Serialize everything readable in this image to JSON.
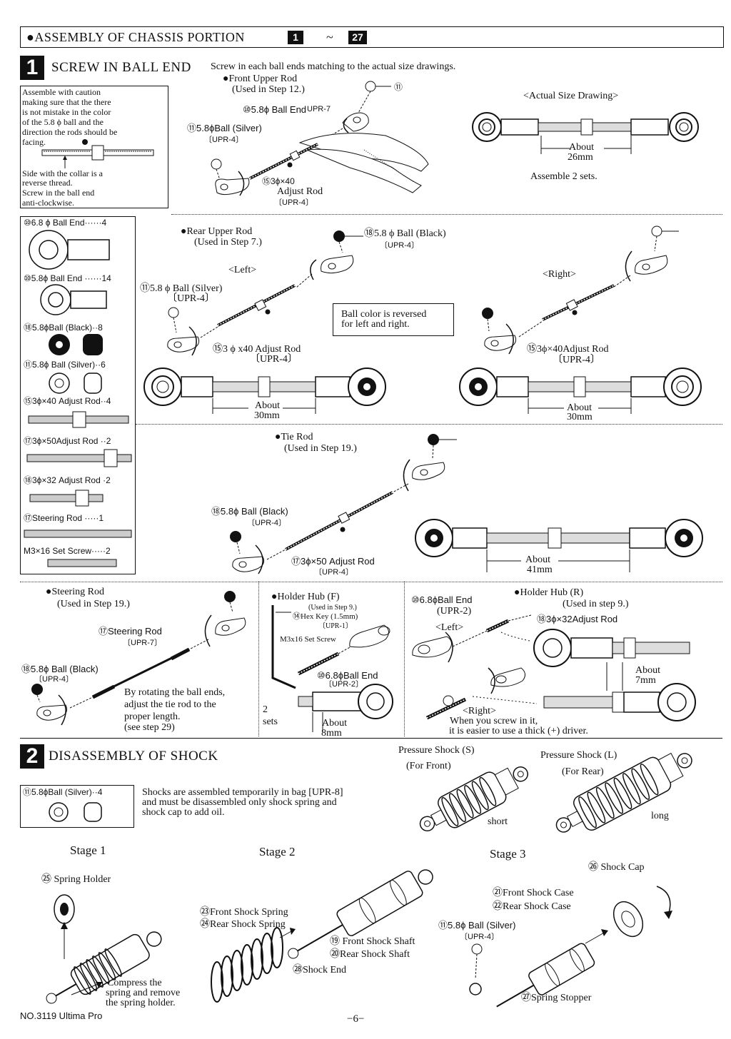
{
  "header": {
    "title": "●ASSEMBLY OF CHASSIS PORTION",
    "step_from": "1",
    "tilde": "~",
    "step_to": "27"
  },
  "step1": {
    "number": "1",
    "title": "SCREW IN BALL END",
    "intro": "Screw in each ball ends matching to the actual size drawings.",
    "caution": [
      "Assemble with caution",
      "making sure that the there",
      "is not mistake in the color",
      "of the 5.8 ϕ ball and the",
      "direction the rods should be",
      "facing."
    ],
    "caution2": [
      "Side with the collar is a",
      "reverse thread.",
      "Screw in the ball end",
      "anti-clockwise."
    ],
    "front_upper": {
      "title": "●Front Upper Rod",
      "used": "(Used in Step 12.)",
      "part_num": "⑪",
      "ball_end": "⑩5.8ϕ Ball End",
      "ball_end_bag": "UPR-7",
      "ball": "⑪5.8ϕBall (Silver)",
      "ball_bag": "〔UPR-4〕",
      "rod": "⑮3ϕ×40",
      "rod_name": "Adjust Rod",
      "rod_bag": "〔UPR-4〕",
      "actual": "<Actual Size Drawing>",
      "about": "About",
      "mm": "26mm",
      "sets": "Assemble 2 sets."
    },
    "parts_list": [
      {
        "label": "⑩6.8 ϕ Ball End······4"
      },
      {
        "label": "⑩5.8ϕ Ball End ······14"
      },
      {
        "label": "⑱5.8ϕBall  (Black)··8"
      },
      {
        "label": "⑪5.8ϕ Ball  (Silver)··6"
      },
      {
        "label": "⑮3ϕ×40 Adjust Rod··4"
      },
      {
        "label": "⑰3ϕ×50Adjust Rod ··2"
      },
      {
        "label": "⑱3ϕ×32 Adjust Rod ·2"
      },
      {
        "label": "⑰Steering Rod ·····1"
      },
      {
        "label": "M3×16 Set Screw·····2"
      }
    ],
    "rear_upper": {
      "title": "●Rear Upper Rod",
      "used": "(Used in Step 7.)",
      "black_ball": "⑱5.8 ϕ Ball  (Black)",
      "black_bag": "〔UPR-4〕",
      "left": "<Left>",
      "right": "<Right>",
      "silver_ball": "⑪5.8 ϕ Ball  (Silver)",
      "silver_bag": "〔UPR-4〕",
      "note": [
        "Ball color is reversed",
        "for left and right."
      ],
      "rod_left": "⑮3 ϕ x40 Adjust Rod",
      "rod_left_bag": "〔UPR-4〕",
      "rod_right": "⑮3ϕ×40Adjust Rod",
      "rod_right_bag": "〔UPR-4〕",
      "about": "About",
      "mm": "30mm"
    },
    "tie_rod": {
      "title": "●Tie Rod",
      "used": "(Used in Step 19.)",
      "ball": "⑱5.8ϕ Ball  (Black)",
      "ball_bag": "〔UPR-4〕",
      "rod": "⑰3ϕ×50 Adjust Rod",
      "rod_bag": "〔UPR-4〕",
      "about": "About",
      "mm": "41mm"
    },
    "steering_rod": {
      "title": "●Steering Rod",
      "used": "(Used in Step 19.)",
      "rod": "⑰Steering Rod",
      "rod_bag": "〔UPR-7〕",
      "ball": "⑱5.8ϕ Ball  (Black)",
      "ball_bag": "〔UPR-4〕",
      "note": [
        "By rotating the ball ends,",
        "adjust the tie rod to the",
        "proper length.",
        "(see step 29)"
      ]
    },
    "holder_f": {
      "title": "●Holder Hub (F)",
      "used": "(Used in Step 9.)",
      "key": "⑭Hex Key (1.5mm)",
      "key_bag": "〔UPR-1〕",
      "screw": "M3x16 Set Screw",
      "ball_end": "⑩6.8ϕBall End",
      "ball_end_bag": "〔UPR-2〕",
      "sets_num": "2",
      "sets": "sets",
      "about": "About",
      "mm": "8mm"
    },
    "holder_r": {
      "title": "●Holder Hub (R)",
      "used": "(Used in step 9.)",
      "ball_end": "⑩6.8ϕBall End",
      "ball_end_bag": "(UPR-2)",
      "left": "<Left>",
      "right": "<Right>",
      "rod": "⑱3ϕ×32Adjust Rod",
      "about": "About",
      "mm": "7mm",
      "note": [
        "When you screw in it,",
        "it is easier to use a thick (+) driver."
      ]
    }
  },
  "step2": {
    "number": "2",
    "title": "DISASSEMBLY OF SHOCK",
    "part": "⑪5.8ϕBall  (Silver)··4",
    "note": [
      "Shocks are assembled temporarily in bag [UPR-8]",
      "and must be disassembled only shock spring and",
      "shock cap to add oil."
    ],
    "pressure_s": "Pressure Shock  (S)",
    "for_front": "(For Front)",
    "pressure_l": "Pressure Shock  (L)",
    "for_rear": "(For Rear)",
    "short": "short",
    "long": "long",
    "stage1": "Stage 1",
    "stage2": "Stage 2",
    "stage3": "Stage 3",
    "spring_holder": "㉕ Spring Holder",
    "front_spring": "㉓Front Shock Spring",
    "rear_spring": "㉔Rear Shock Spring",
    "front_shaft": "⑲ Front Shock Shaft",
    "rear_shaft": "⑳Rear Shock Shaft",
    "shock_end": "㉘Shock End",
    "compress": [
      "Compress the",
      "spring and remove",
      "the spring holder."
    ],
    "shock_cap": "㉖ Shock Cap",
    "front_case": "㉑Front Shock Case",
    "rear_case": "㉒Rear Shock Case",
    "ball": "⑪5.8ϕ Ball  (Silver)",
    "ball_bag": "〔UPR-4〕",
    "spring_stopper": "㉗Spring Stopper"
  },
  "footer": {
    "model": "NO.3119 Ultima Pro",
    "page": "−6−"
  }
}
